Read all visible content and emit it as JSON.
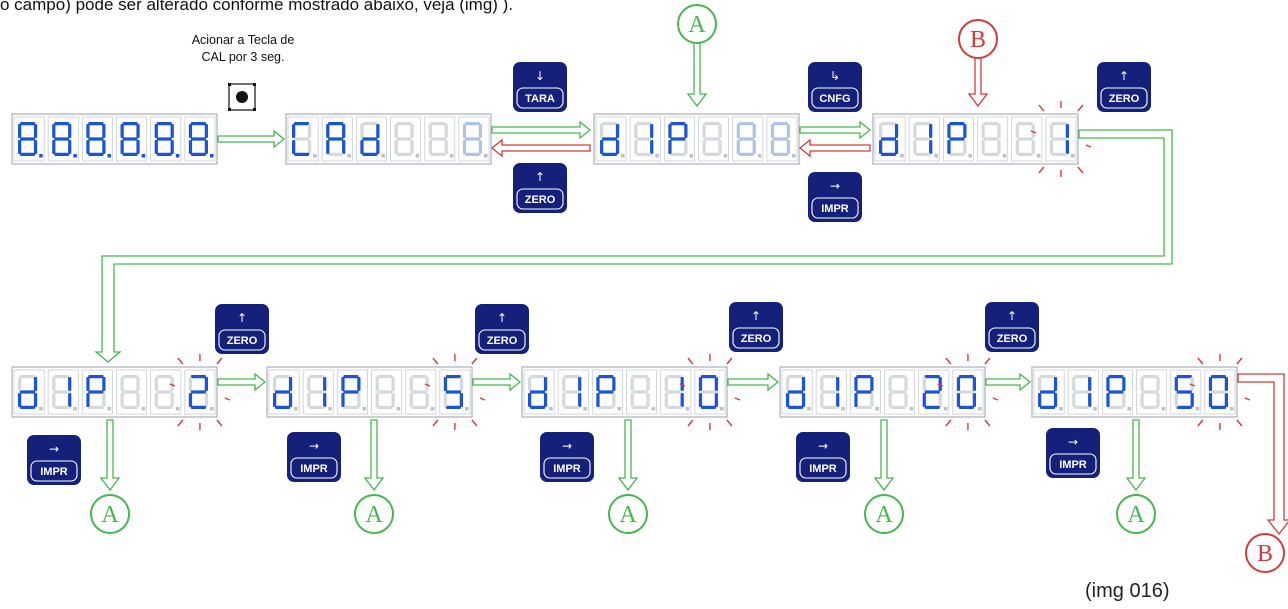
{
  "top_text": "o campo) pode ser alterado conforme mostrado abaixo, veja (img) ).",
  "instruction": [
    "Acionar a Tecla de",
    "CAL por 3 seg."
  ],
  "caption": "(img 016)",
  "colors": {
    "digit_on": "#1b55d6",
    "digit_faded": "#aec4e6",
    "digit_off": "#d4d8df",
    "key": "#14207a",
    "flow_green": "#46b64e",
    "flow_red": "#d43a3a",
    "blink": "#d43a3a"
  },
  "keys": {
    "tara": {
      "arrow": "↓",
      "label": "TARA"
    },
    "zero": {
      "arrow": "↑",
      "label": "ZERO"
    },
    "cnfg": {
      "arrow": "↳",
      "label": "CNFG"
    },
    "impr": {
      "arrow": "→",
      "label": "IMPR"
    }
  },
  "badges": {
    "a": "A",
    "b": "B"
  },
  "displays": [
    {
      "name": "display-all-segments",
      "digits": [
        "8.",
        "8.",
        "8.",
        "8.",
        "8.",
        "8."
      ]
    },
    {
      "name": "display-cad",
      "digits": [
        "C",
        "A",
        "d",
        "",
        "",
        "8f"
      ]
    },
    {
      "name": "display-dp-menu",
      "digits": [
        "d",
        "1",
        "P",
        "",
        "8f",
        "8f"
      ]
    },
    {
      "name": "display-dp-1",
      "digits": [
        "d",
        "1",
        "P",
        "",
        "",
        "1"
      ],
      "blink": true
    },
    {
      "name": "display-dp-2",
      "digits": [
        "d",
        "1",
        "P",
        "",
        "",
        "2"
      ],
      "blink": true
    },
    {
      "name": "display-dp-5",
      "digits": [
        "d",
        "1",
        "P",
        "",
        "",
        "5"
      ],
      "blink": true
    },
    {
      "name": "display-dp-10",
      "digits": [
        "d",
        "1",
        "P",
        "",
        "1",
        "0"
      ],
      "blink": true
    },
    {
      "name": "display-dp-20",
      "digits": [
        "d",
        "1",
        "P",
        "",
        "2",
        "0"
      ],
      "blink": true
    },
    {
      "name": "display-dp-50",
      "digits": [
        "d",
        "1",
        "P",
        "",
        "5",
        "0"
      ],
      "blink": true
    }
  ]
}
